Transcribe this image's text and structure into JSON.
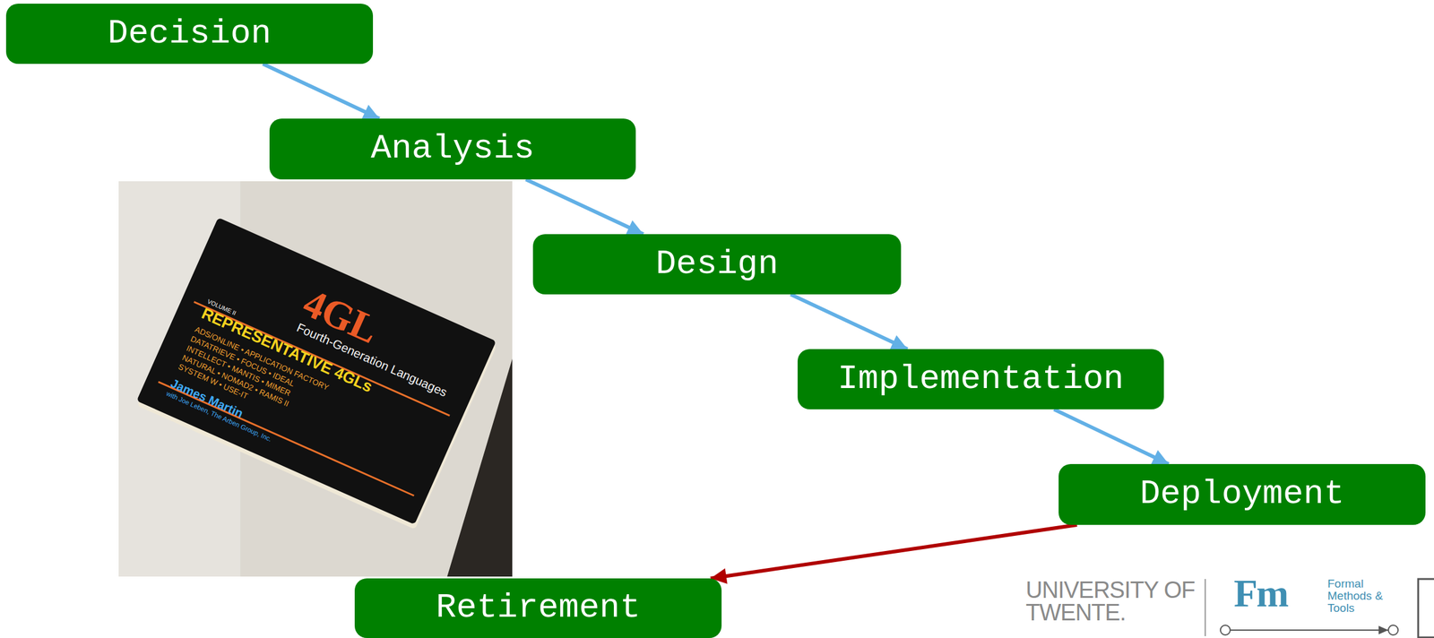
{
  "diagram": {
    "nodes": [
      {
        "text": [
          "Decision"
        ]
      },
      {
        "text": [
          "Analysis"
        ]
      },
      {
        "text": [
          "Design"
        ]
      },
      {
        "text": [
          "Implementation"
        ]
      },
      {
        "text": [
          "Deployment"
        ]
      },
      {
        "text": [
          "Retirement"
        ]
      }
    ],
    "edges": [
      {
        "from": 0,
        "to": 1,
        "arrow": "to"
      },
      {
        "from": 1,
        "to": 2,
        "arrow": "to"
      },
      {
        "from": 2,
        "to": 3,
        "arrow": "to"
      },
      {
        "from": 3,
        "to": 4,
        "arrow": "to"
      },
      {
        "from": 4,
        "to": 5,
        "arrow": "to"
      }
    ],
    "labels": [
      "4GL",
      "Fourth-Generation Languages",
      "VOLUME II",
      "REPRESENTATIVE 4GLs",
      "ADS/ONLINE • APPLICATION FACTORY",
      "DATATRIEVE • FOCUS • IDEAL",
      "INTELLECT • MANTIS • MIMER",
      "NATURAL • NOMAD2 • RAMIS II",
      "SYSTEM W • USE-IT",
      "James Martin",
      "with Joe Leben, The Arben Group, Inc.",
      "UNIVERSITY OF TWENTE.",
      "Fm",
      "Formal Methods & Tools"
    ]
  }
}
